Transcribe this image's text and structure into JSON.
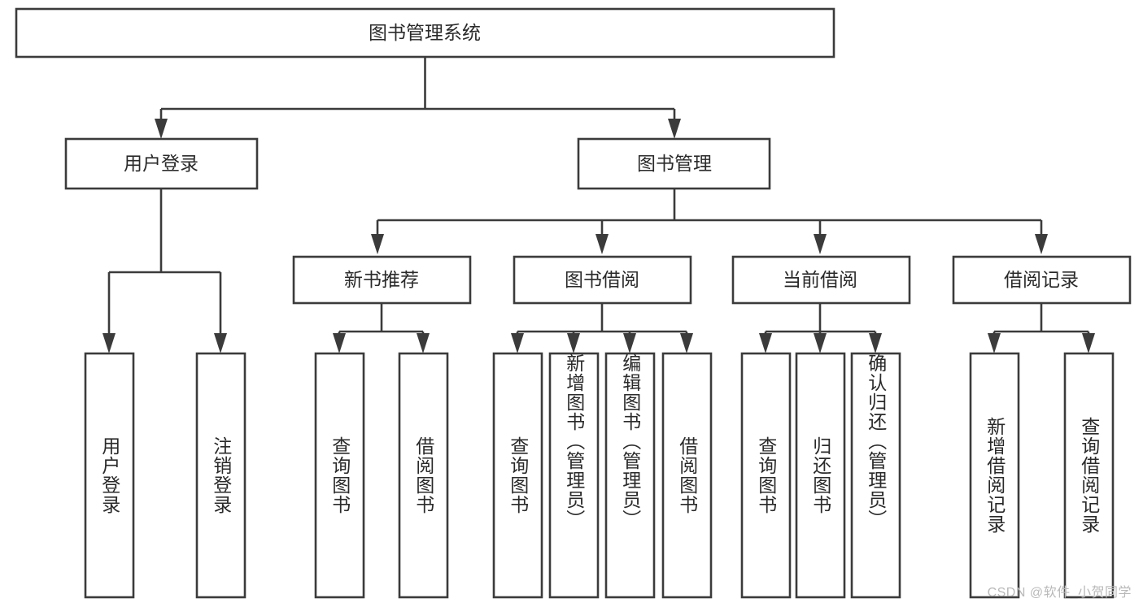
{
  "diagram": {
    "type": "tree",
    "title": "图书管理系统",
    "watermark": "CSDN @软件_小贺同学",
    "colors": {
      "stroke": "#3b3b3b",
      "box_fill": "#ffffff",
      "text": "#2a2a2a",
      "watermark": "#b9b9b9",
      "background": "#ffffff"
    },
    "levels": {
      "root": {
        "label": "图书管理系统"
      },
      "level2": [
        {
          "label": "用户登录"
        },
        {
          "label": "图书管理"
        }
      ],
      "level3": [
        {
          "label": "新书推荐"
        },
        {
          "label": "图书借阅"
        },
        {
          "label": "当前借阅"
        },
        {
          "label": "借阅记录"
        }
      ],
      "leaves": {
        "user_login": [
          {
            "label": "用户登录"
          },
          {
            "label": "注销登录"
          }
        ],
        "new_book_recommend": [
          {
            "label": "查询图书"
          },
          {
            "label": "借阅图书"
          }
        ],
        "book_borrow": [
          {
            "label": "查询图书"
          },
          {
            "label": "新增图书（管理员）"
          },
          {
            "label": "编辑图书（管理员）"
          },
          {
            "label": "借阅图书"
          }
        ],
        "current_borrow": [
          {
            "label": "查询图书"
          },
          {
            "label": "归还图书"
          },
          {
            "label": "确认归还（管理员）"
          }
        ],
        "borrow_record": [
          {
            "label": "新增借阅记录"
          },
          {
            "label": "查询借阅记录"
          }
        ]
      }
    }
  }
}
